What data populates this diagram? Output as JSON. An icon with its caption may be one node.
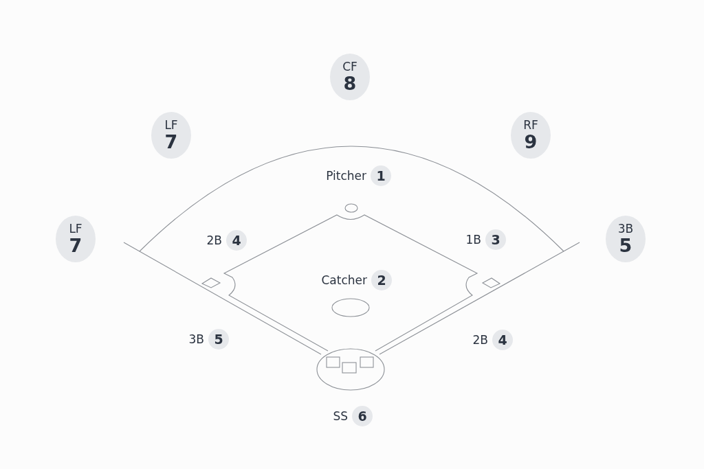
{
  "diagram": {
    "nodes": [
      {
        "text": [
          "CF",
          "8"
        ]
      },
      {
        "text": [
          "LF",
          "7"
        ]
      },
      {
        "text": [
          "RF",
          "9"
        ]
      },
      {
        "text": [
          "1"
        ],
        "beside": [
          "Pitcher"
        ]
      },
      {
        "text": [
          "LF",
          "7"
        ]
      },
      {
        "text": [
          "4"
        ],
        "beside": [
          "2B"
        ]
      },
      {
        "text": [
          "3"
        ],
        "beside": [
          "1B"
        ]
      },
      {
        "text": [
          "3B",
          "5"
        ]
      },
      {
        "text": [
          "2"
        ],
        "beside": [
          "Catcher"
        ]
      },
      {
        "text": [
          "5"
        ],
        "beside": [
          "3B"
        ]
      },
      {
        "text": [
          "4"
        ],
        "beside": [
          "2B"
        ]
      },
      {
        "text": [
          "6"
        ],
        "beside": [
          "SS"
        ]
      }
    ]
  }
}
